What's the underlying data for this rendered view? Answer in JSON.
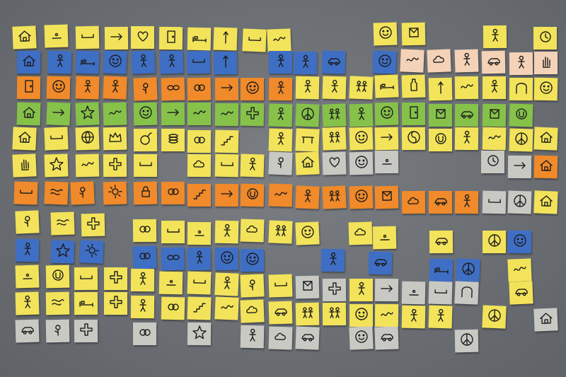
{
  "scene": {
    "subject": "sticky-notes-wall",
    "colors": {
      "wall": "#6b6f74",
      "yellow": "#f2e35a",
      "blue": "#3f6fc4",
      "orange": "#f08a2a",
      "green": "#86c24a",
      "grey": "#c9c9c4",
      "peach": "#f4d2b8"
    }
  },
  "notes": [
    {
      "color": "yellow",
      "icon": "house"
    },
    {
      "color": "yellow",
      "icon": "dot"
    },
    {
      "color": "yellow",
      "icon": "line"
    },
    {
      "color": "yellow",
      "icon": "arrow"
    },
    {
      "color": "yellow",
      "icon": "heart"
    },
    {
      "color": "yellow",
      "icon": "door"
    },
    {
      "color": "yellow",
      "icon": "bed"
    },
    {
      "color": "yellow",
      "icon": "stick"
    },
    {
      "color": "yellow",
      "icon": "line"
    },
    {
      "color": "yellow",
      "icon": "scribble"
    },
    {
      "color": "yellow",
      "icon": "face"
    },
    {
      "color": "yellow",
      "icon": "box"
    },
    {
      "color": "yellow",
      "icon": "person"
    },
    {
      "color": "yellow",
      "icon": "clock"
    },
    {
      "color": "blue",
      "icon": "house"
    },
    {
      "color": "blue",
      "icon": "person"
    },
    {
      "color": "blue",
      "icon": "bed"
    },
    {
      "color": "blue",
      "icon": "face"
    },
    {
      "color": "blue",
      "icon": "person"
    },
    {
      "color": "blue",
      "icon": "person"
    },
    {
      "color": "blue",
      "icon": "line"
    },
    {
      "color": "blue",
      "icon": "stick"
    },
    {
      "color": "blue",
      "icon": "person"
    },
    {
      "color": "blue",
      "icon": "person"
    },
    {
      "color": "blue",
      "icon": "car"
    },
    {
      "color": "blue",
      "icon": "face"
    },
    {
      "color": "peach",
      "icon": "scribble"
    },
    {
      "color": "peach",
      "icon": "cloud"
    },
    {
      "color": "peach",
      "icon": "person"
    },
    {
      "color": "peach",
      "icon": "car"
    },
    {
      "color": "peach",
      "icon": "person"
    },
    {
      "color": "peach",
      "icon": "hand"
    },
    {
      "color": "orange",
      "icon": "door"
    },
    {
      "color": "orange",
      "icon": "face"
    },
    {
      "color": "orange",
      "icon": "person"
    },
    {
      "color": "orange",
      "icon": "person"
    },
    {
      "color": "orange",
      "icon": "flower"
    },
    {
      "color": "orange",
      "icon": "chain"
    },
    {
      "color": "orange",
      "icon": "rings"
    },
    {
      "color": "orange",
      "icon": "arrow"
    },
    {
      "color": "orange",
      "icon": "face"
    },
    {
      "color": "orange",
      "icon": "person"
    },
    {
      "color": "yellow",
      "icon": "person"
    },
    {
      "color": "yellow",
      "icon": "person"
    },
    {
      "color": "yellow",
      "icon": "people"
    },
    {
      "color": "yellow",
      "icon": "bed"
    },
    {
      "color": "yellow",
      "icon": "bottle"
    },
    {
      "color": "yellow",
      "icon": "stick"
    },
    {
      "color": "yellow",
      "icon": "scribble"
    },
    {
      "color": "yellow",
      "icon": "person"
    },
    {
      "color": "yellow",
      "icon": "arch"
    },
    {
      "color": "yellow",
      "icon": "face"
    },
    {
      "color": "green",
      "icon": "house"
    },
    {
      "color": "green",
      "icon": "arrow"
    },
    {
      "color": "green",
      "icon": "star"
    },
    {
      "color": "green",
      "icon": "scribble"
    },
    {
      "color": "green",
      "icon": "face"
    },
    {
      "color": "green",
      "icon": "arrow"
    },
    {
      "color": "green",
      "icon": "scribble"
    },
    {
      "color": "green",
      "icon": "scribble"
    },
    {
      "color": "green",
      "icon": "cross"
    },
    {
      "color": "green",
      "icon": "person"
    },
    {
      "color": "green",
      "icon": "peace"
    },
    {
      "color": "green",
      "icon": "people"
    },
    {
      "color": "green",
      "icon": "person"
    },
    {
      "color": "green",
      "icon": "face"
    },
    {
      "color": "green",
      "icon": "door"
    },
    {
      "color": "green",
      "icon": "box"
    },
    {
      "color": "green",
      "icon": "car"
    },
    {
      "color": "green",
      "icon": "box"
    },
    {
      "color": "green",
      "icon": "circle"
    },
    {
      "color": "yellow",
      "icon": "house"
    },
    {
      "color": "yellow",
      "icon": "line"
    },
    {
      "color": "yellow",
      "icon": "globe"
    },
    {
      "color": "yellow",
      "icon": "crown"
    },
    {
      "color": "yellow",
      "icon": "bomb"
    },
    {
      "color": "yellow",
      "icon": "stack"
    },
    {
      "color": "yellow",
      "icon": "rings"
    },
    {
      "color": "yellow",
      "icon": "stairs"
    },
    {
      "color": "yellow",
      "icon": "person"
    },
    {
      "color": "yellow",
      "icon": "table"
    },
    {
      "color": "yellow",
      "icon": "people"
    },
    {
      "color": "yellow",
      "icon": "face"
    },
    {
      "color": "yellow",
      "icon": "arrow"
    },
    {
      "color": "yellow",
      "icon": "yinyang"
    },
    {
      "color": "yellow",
      "icon": "circle"
    },
    {
      "color": "yellow",
      "icon": "person"
    },
    {
      "color": "yellow",
      "icon": "scribble"
    },
    {
      "color": "yellow",
      "icon": "peace"
    },
    {
      "color": "yellow",
      "icon": "house"
    },
    {
      "color": "yellow",
      "icon": "hand"
    },
    {
      "color": "yellow",
      "icon": "star"
    },
    {
      "color": "yellow",
      "icon": "scribble"
    },
    {
      "color": "yellow",
      "icon": "cross"
    },
    {
      "color": "yellow",
      "icon": "line"
    },
    {
      "color": "yellow",
      "icon": "cloud"
    },
    {
      "color": "yellow",
      "icon": "line"
    },
    {
      "color": "yellow",
      "icon": "person"
    },
    {
      "color": "grey",
      "icon": "flower"
    },
    {
      "color": "yellow",
      "icon": "house"
    },
    {
      "color": "grey",
      "icon": "heart"
    },
    {
      "color": "grey",
      "icon": "face"
    },
    {
      "color": "grey",
      "icon": "dot"
    },
    {
      "color": "grey",
      "icon": "clock"
    },
    {
      "color": "grey",
      "icon": "arrow"
    },
    {
      "color": "orange",
      "icon": "house"
    },
    {
      "color": "orange",
      "icon": "line"
    },
    {
      "color": "orange",
      "icon": "wave"
    },
    {
      "color": "orange",
      "icon": "flower"
    },
    {
      "color": "orange",
      "icon": "sun"
    },
    {
      "color": "orange",
      "icon": "lock"
    },
    {
      "color": "orange",
      "icon": "rings"
    },
    {
      "color": "orange",
      "icon": "stairs"
    },
    {
      "color": "orange",
      "icon": "arrow"
    },
    {
      "color": "orange",
      "icon": "circle"
    },
    {
      "color": "orange",
      "icon": "scribble"
    },
    {
      "color": "orange",
      "icon": "person"
    },
    {
      "color": "orange",
      "icon": "people"
    },
    {
      "color": "orange",
      "icon": "face"
    },
    {
      "color": "orange",
      "icon": "box"
    },
    {
      "color": "orange",
      "icon": "cloud"
    },
    {
      "color": "orange",
      "icon": "car"
    },
    {
      "color": "orange",
      "icon": "person"
    },
    {
      "color": "grey",
      "icon": "line"
    },
    {
      "color": "grey",
      "icon": "peace"
    },
    {
      "color": "yellow",
      "icon": "house"
    },
    {
      "color": "yellow",
      "icon": "flower"
    },
    {
      "color": "yellow",
      "icon": "wave"
    },
    {
      "color": "yellow",
      "icon": "cross"
    },
    {
      "color": "yellow",
      "icon": "rings"
    },
    {
      "color": "yellow",
      "icon": "line"
    },
    {
      "color": "yellow",
      "icon": "dot"
    },
    {
      "color": "yellow",
      "icon": "person"
    },
    {
      "color": "yellow",
      "icon": "cloud"
    },
    {
      "color": "yellow",
      "icon": "people"
    },
    {
      "color": "yellow",
      "icon": "face"
    },
    {
      "color": "yellow",
      "icon": "cloud"
    },
    {
      "color": "yellow",
      "icon": "dot"
    },
    {
      "color": "yellow",
      "icon": "car"
    },
    {
      "color": "yellow",
      "icon": "peace"
    },
    {
      "color": "blue",
      "icon": "face"
    },
    {
      "color": "blue",
      "icon": "person"
    },
    {
      "color": "blue",
      "icon": "star"
    },
    {
      "color": "blue",
      "icon": "sun"
    },
    {
      "color": "blue",
      "icon": "rings"
    },
    {
      "color": "blue",
      "icon": "chain"
    },
    {
      "color": "blue",
      "icon": "person"
    },
    {
      "color": "blue",
      "icon": "face"
    },
    {
      "color": "blue",
      "icon": "face"
    },
    {
      "color": "blue",
      "icon": "person"
    },
    {
      "color": "blue",
      "icon": "car"
    },
    {
      "color": "blue",
      "icon": "bed"
    },
    {
      "color": "blue",
      "icon": "peace"
    },
    {
      "color": "yellow",
      "icon": "scribble"
    },
    {
      "color": "yellow",
      "icon": "dot"
    },
    {
      "color": "yellow",
      "icon": "circle"
    },
    {
      "color": "yellow",
      "icon": "line"
    },
    {
      "color": "yellow",
      "icon": "cross"
    },
    {
      "color": "yellow",
      "icon": "person"
    },
    {
      "color": "yellow",
      "icon": "dot"
    },
    {
      "color": "yellow",
      "icon": "line"
    },
    {
      "color": "yellow",
      "icon": "person"
    },
    {
      "color": "yellow",
      "icon": "flower"
    },
    {
      "color": "yellow",
      "icon": "line"
    },
    {
      "color": "grey",
      "icon": "box"
    },
    {
      "color": "grey",
      "icon": "cross"
    },
    {
      "color": "yellow",
      "icon": "person"
    },
    {
      "color": "grey",
      "icon": "arrow"
    },
    {
      "color": "grey",
      "icon": "dot"
    },
    {
      "color": "grey",
      "icon": "line"
    },
    {
      "color": "grey",
      "icon": "arch"
    },
    {
      "color": "yellow",
      "icon": "car"
    },
    {
      "color": "yellow",
      "icon": "person"
    },
    {
      "color": "yellow",
      "icon": "wave"
    },
    {
      "color": "yellow",
      "icon": "bed"
    },
    {
      "color": "yellow",
      "icon": "cross"
    },
    {
      "color": "yellow",
      "icon": "person"
    },
    {
      "color": "yellow",
      "icon": "rings"
    },
    {
      "color": "yellow",
      "icon": "stairs"
    },
    {
      "color": "yellow",
      "icon": "scribble"
    },
    {
      "color": "yellow",
      "icon": "cloud"
    },
    {
      "color": "yellow",
      "icon": "car"
    },
    {
      "color": "yellow",
      "icon": "people"
    },
    {
      "color": "yellow",
      "icon": "people"
    },
    {
      "color": "yellow",
      "icon": "face"
    },
    {
      "color": "yellow",
      "icon": "scribble"
    },
    {
      "color": "yellow",
      "icon": "person"
    },
    {
      "color": "yellow",
      "icon": "person"
    },
    {
      "color": "yellow",
      "icon": "peace"
    },
    {
      "color": "grey",
      "icon": "house"
    },
    {
      "color": "grey",
      "icon": "car"
    },
    {
      "color": "grey",
      "icon": "flower"
    },
    {
      "color": "grey",
      "icon": "cross"
    },
    {
      "color": "grey",
      "icon": "rings"
    },
    {
      "color": "grey",
      "icon": "star"
    },
    {
      "color": "grey",
      "icon": "person"
    },
    {
      "color": "grey",
      "icon": "cloud"
    },
    {
      "color": "grey",
      "icon": "car"
    },
    {
      "color": "grey",
      "icon": "face"
    },
    {
      "color": "grey",
      "icon": "car"
    },
    {
      "color": "grey",
      "icon": "peace"
    }
  ]
}
